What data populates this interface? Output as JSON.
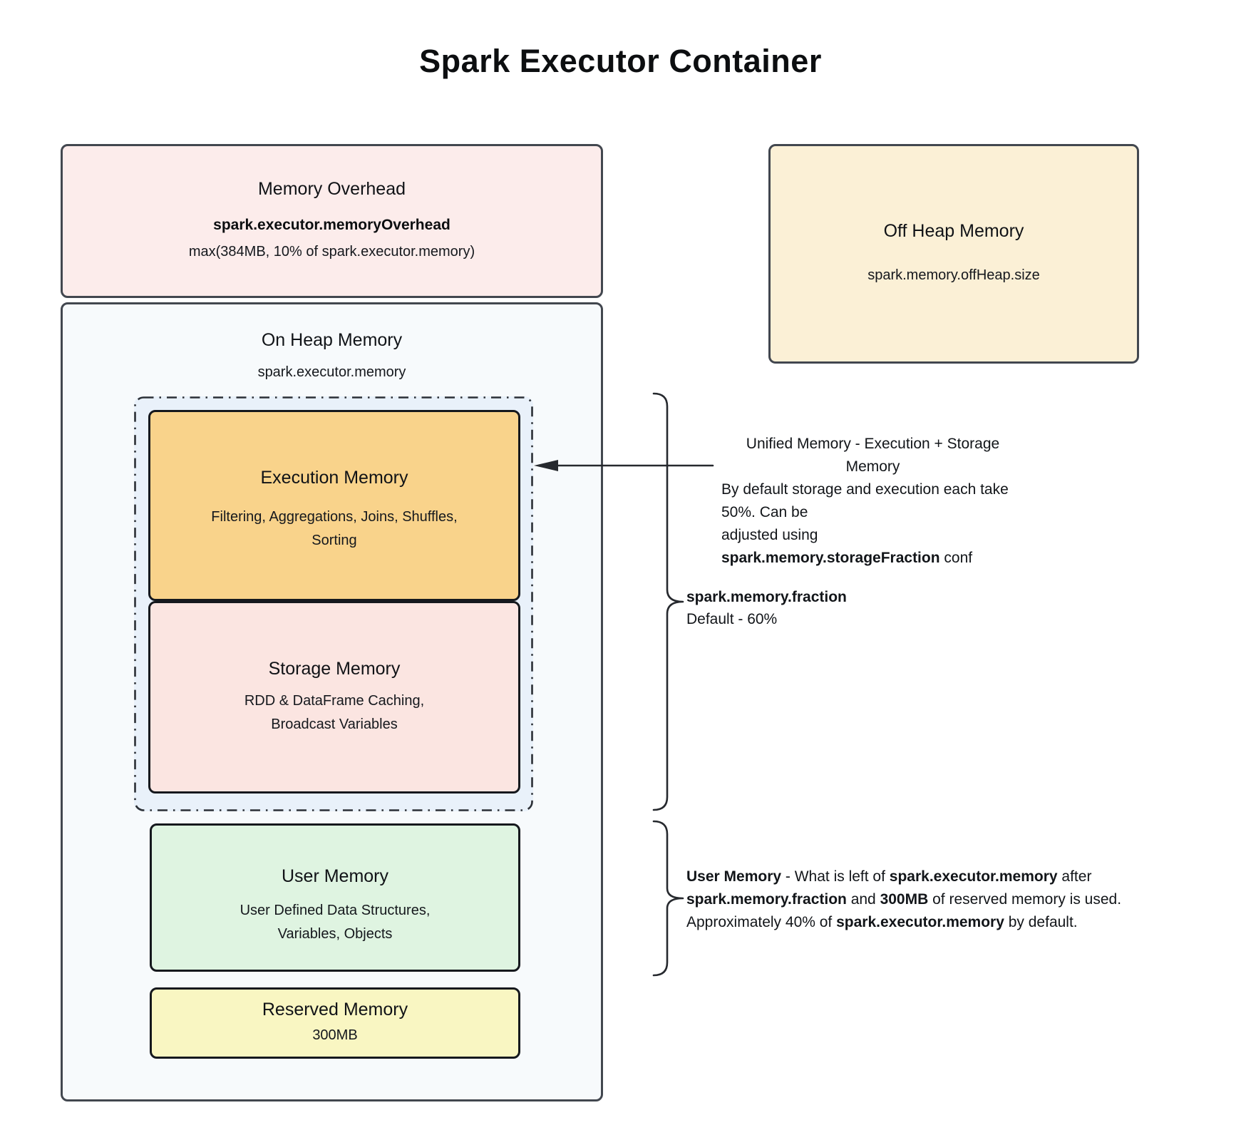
{
  "title": "Spark Executor Container",
  "colors": {
    "memory_overhead_bg": "#fceceb",
    "off_heap_bg": "#fbf0d6",
    "on_heap_bg": "#f7fafc",
    "unified_bg": "#e9f1fa",
    "execution_bg": "#f9d38b",
    "storage_bg": "#fbe5e1",
    "user_bg": "#dff4e1",
    "reserved_bg": "#f9f6c2",
    "line_color": "#26292e"
  },
  "memory_overhead": {
    "title": "Memory Overhead",
    "config": "spark.executor.memoryOverhead",
    "formula": "max(384MB, 10% of spark.executor.memory)"
  },
  "off_heap": {
    "title": "Off Heap Memory",
    "config": "spark.memory.offHeap.size"
  },
  "on_heap": {
    "title": "On Heap Memory",
    "config": "spark.executor.memory",
    "execution": {
      "title": "Execution Memory",
      "desc_lines": [
        "Filtering, Aggregations, Joins, Shuffles,",
        "Sorting"
      ]
    },
    "storage": {
      "title": "Storage Memory",
      "desc_lines": [
        "RDD & DataFrame Caching,",
        "Broadcast Variables"
      ]
    },
    "user": {
      "title": "User Memory",
      "desc_lines": [
        "User Defined Data Structures,",
        "Variables, Objects"
      ]
    },
    "reserved": {
      "title": "Reserved Memory",
      "size": "300MB"
    }
  },
  "annotations": {
    "unified": {
      "line1": "Unified Memory - Execution + Storage Memory",
      "line2": "By default storage and execution each take 50%. Can be",
      "line3": [
        {
          "t": "adjusted using "
        },
        {
          "t": "spark.memory.storageFraction",
          "b": true
        },
        {
          "t": " conf"
        }
      ]
    },
    "fraction": {
      "config": "spark.memory.fraction",
      "default": "Default - 60%"
    },
    "user_memory": {
      "line1": [
        {
          "t": "User Memory",
          "b": true
        },
        {
          "t": " - What is left of "
        },
        {
          "t": "spark.executor.memory",
          "b": true
        },
        {
          "t": " after"
        }
      ],
      "line2": [
        {
          "t": "spark.memory.fraction",
          "b": true
        },
        {
          "t": " and "
        },
        {
          "t": "300MB",
          "b": true
        },
        {
          "t": " of reserved memory is used."
        }
      ],
      "line3": [
        {
          "t": "Approximately 40% of "
        },
        {
          "t": "spark.executor.memory",
          "b": true
        },
        {
          "t": " by default."
        }
      ]
    }
  }
}
